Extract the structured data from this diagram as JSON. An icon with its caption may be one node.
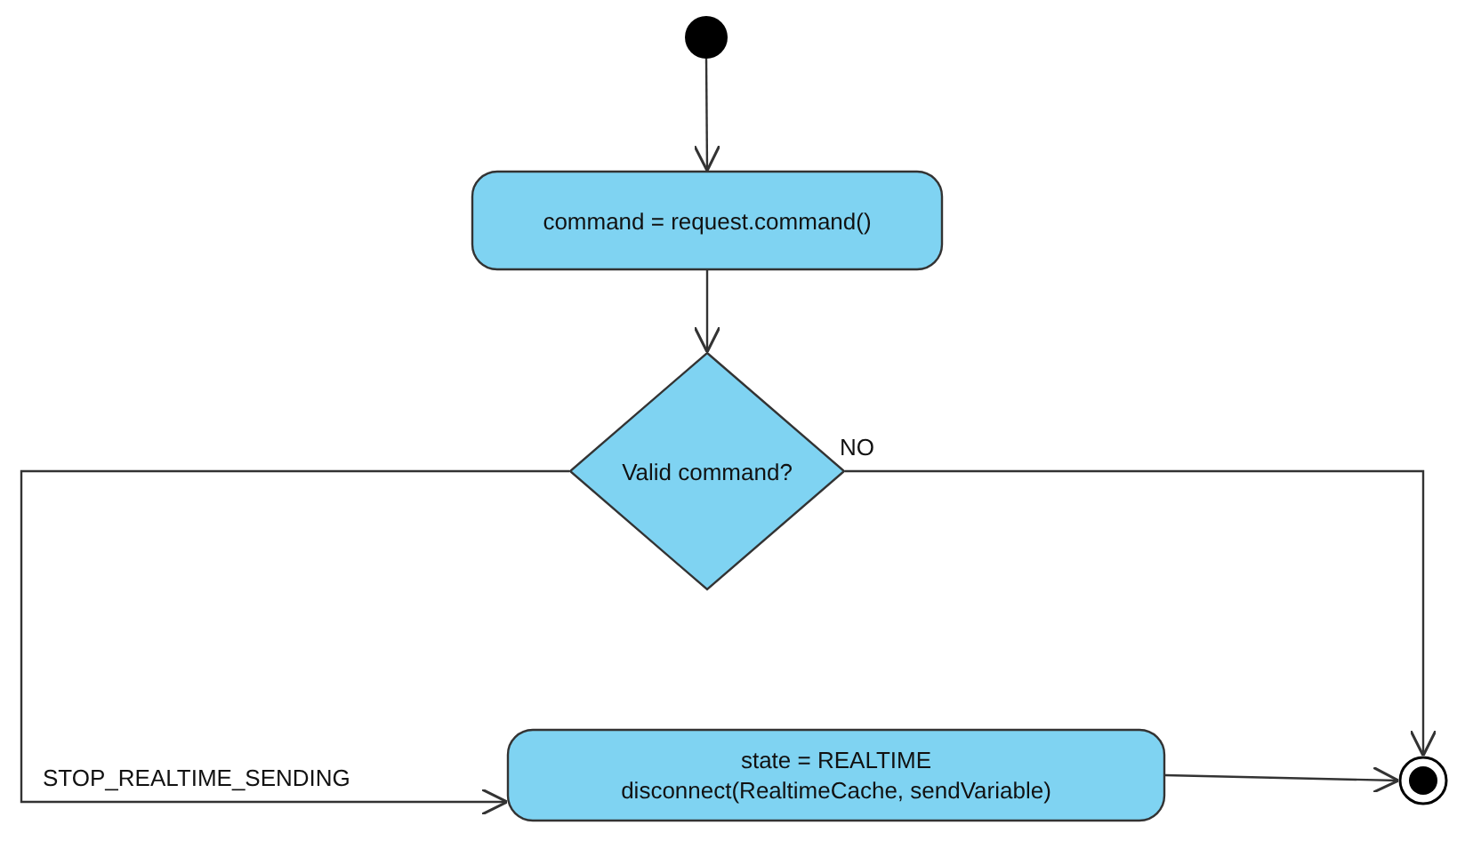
{
  "diagram": {
    "nodes": [
      {
        "text": [],
        "shape": "circle"
      },
      {
        "text": [
          "command = request.command()"
        ]
      },
      {
        "text": [
          "Valid command?"
        ]
      },
      {
        "text": [
          "state = REALTIME",
          "disconnect(RealtimeCache, sendVariable)"
        ]
      },
      {
        "text": [],
        "shape": "bullseye"
      }
    ],
    "edges": [
      {
        "from": 0,
        "to": 1,
        "arrow": "to"
      },
      {
        "from": 1,
        "to": 2,
        "arrow": "to"
      },
      {
        "from": 2,
        "to": 4,
        "label": "NO",
        "arrow": "to"
      },
      {
        "from": 2,
        "to": 3,
        "label": "STOP_REALTIME_SENDING",
        "arrow": "to"
      },
      {
        "from": 3,
        "to": 4,
        "arrow": "to"
      }
    ]
  }
}
